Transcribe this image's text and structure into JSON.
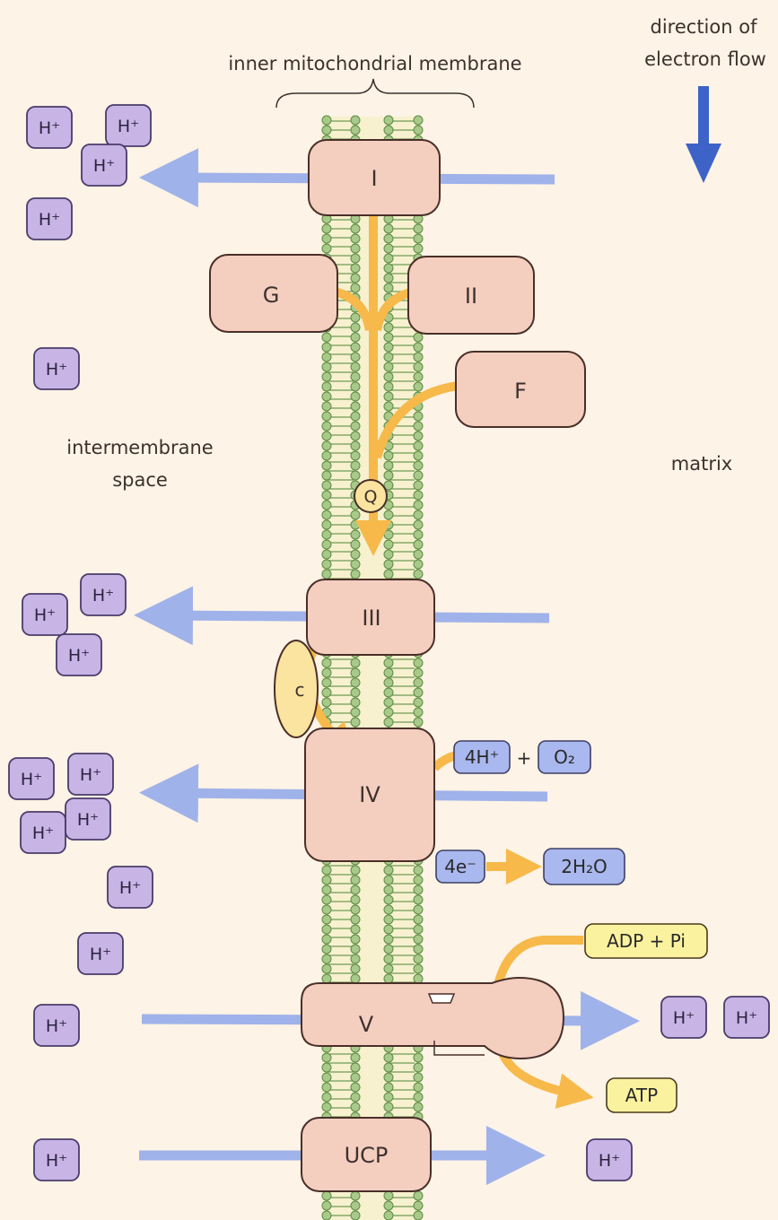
{
  "colors": {
    "background": "#fdf3e6",
    "complex_fill": "#f4cfc0",
    "complex_stroke": "#4a2f28",
    "proton_fill": "#c9b4e6",
    "proton_stroke": "#4a3b6a",
    "membrane_head": "#a8c98a",
    "membrane_stroke": "#5d8a45",
    "electron_arrow": "#f6b94a",
    "proton_arrow": "#9fb2ea",
    "direction_arrow": "#3d63c9",
    "reactant_blue": "#a9b8ee",
    "yellow_box": "#fbf2a0"
  },
  "labels": {
    "membrane": "inner mitochondrial membrane",
    "direction_line1": "direction of",
    "direction_line2": "electron flow",
    "intermembrane_line1": "intermembrane",
    "intermembrane_line2": "space",
    "matrix": "matrix"
  },
  "complexes": {
    "I": "I",
    "G": "G",
    "II": "II",
    "F": "F",
    "Q": "Q",
    "III": "III",
    "c": "c",
    "IV": "IV",
    "V": "V",
    "UCP": "UCP"
  },
  "proton_label": "H⁺",
  "molecules": {
    "four_h": "4H⁺",
    "plus": "+",
    "o2": "O₂",
    "four_e": "4e⁻",
    "water": "2H₂O",
    "adp": "ADP + Pi",
    "atp": "ATP"
  }
}
